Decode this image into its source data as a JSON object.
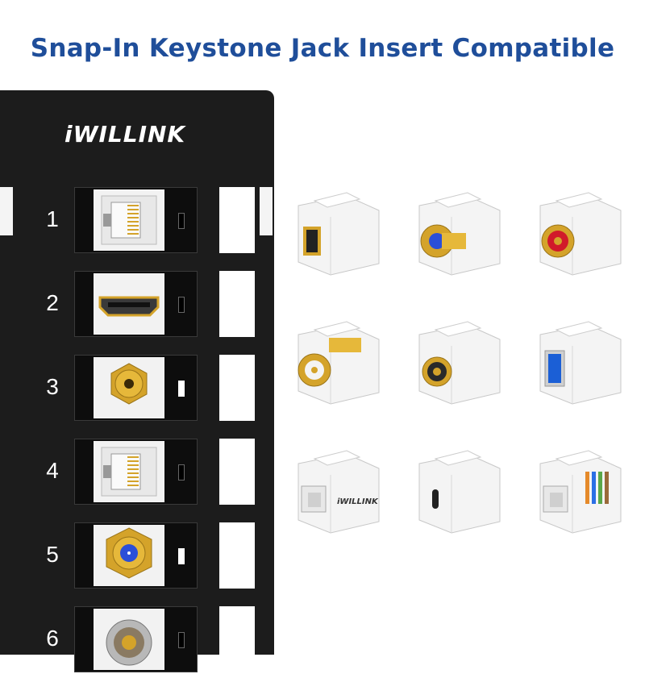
{
  "headline": "Snap-In Keystone Jack Insert Compatible",
  "brand": "iWILLINK",
  "ports": [
    {
      "number": "1",
      "type": "rj45-icon"
    },
    {
      "number": "2",
      "type": "hdmi-icon"
    },
    {
      "number": "3",
      "type": "rca-gold-icon"
    },
    {
      "number": "4",
      "type": "rj45-icon"
    },
    {
      "number": "5",
      "type": "f-type-coax-icon"
    },
    {
      "number": "6",
      "type": "bnc-icon"
    }
  ],
  "products": [
    {
      "type": "hdmi-keystone-icon"
    },
    {
      "type": "f-type-coax-keystone-icon"
    },
    {
      "type": "rca-red-keystone-icon"
    },
    {
      "type": "bnc-keystone-icon"
    },
    {
      "type": "rca-black-keystone-icon"
    },
    {
      "type": "usb3-keystone-icon"
    },
    {
      "type": "rj45-coupler-keystone-icon",
      "label": "iWILLINK"
    },
    {
      "type": "usb-c-keystone-icon"
    },
    {
      "type": "rj45-punchdown-keystone-icon"
    }
  ],
  "colors": {
    "headline": "#1f4e9a",
    "panel": "#1c1c1c",
    "gold": "#d4a32a",
    "coax_blue": "#2b4fd8",
    "rca_red": "#d11a2a",
    "usb_blue": "#1b5fd6"
  }
}
